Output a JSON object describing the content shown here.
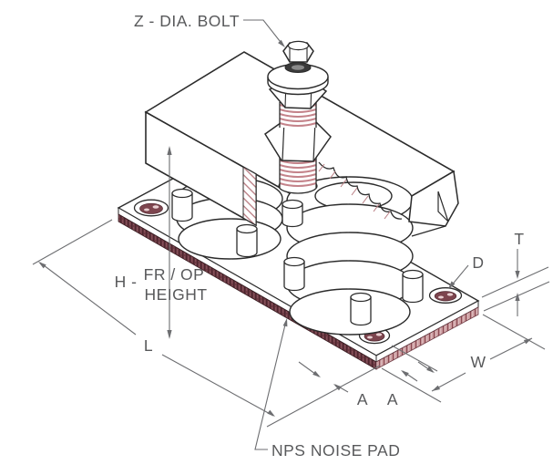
{
  "diagram": {
    "type": "isometric-technical-drawing",
    "subject": "spring vibration isolator mount with noise pad",
    "labels": {
      "bolt": "Z - DIA. BOLT",
      "height_prefix": "H -",
      "height_line1": "FR / OP",
      "height_line2": "HEIGHT",
      "length": "L",
      "thickness": "T",
      "hole_diameter": "D",
      "width": "W",
      "spacing_a1": "A",
      "spacing_a2": "A",
      "noise_pad": "NPS NOISE PAD"
    },
    "colors": {
      "outline": "#2b2b2b",
      "dimension": "#6d6e71",
      "text": "#58595b",
      "thread_pink": "#c4838a",
      "hatch_pink": "#b97c82",
      "pad_dark": "#6e3b44",
      "pad_light": "#c9989c",
      "pad_hole": "#7d454e",
      "bolt_ring_dark": "#3a3a3a"
    }
  }
}
